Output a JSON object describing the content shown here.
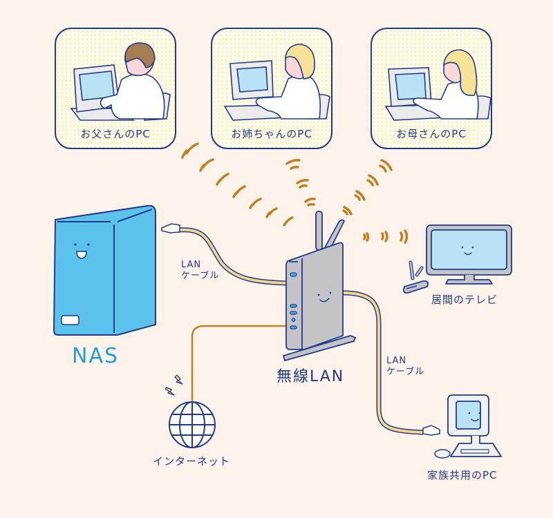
{
  "cards": [
    {
      "label": "お父さんのPC"
    },
    {
      "label": "お姉ちゃんのPC"
    },
    {
      "label": "お母さんのPC"
    }
  ],
  "nodes": {
    "nas": {
      "label": "NAS",
      "color": "#1f9fd8"
    },
    "router": {
      "label": "無線LAN"
    },
    "tv": {
      "label": "居間のテレビ"
    },
    "family_pc": {
      "label": "家族共用のPC"
    },
    "internet": {
      "label": "インターネット"
    }
  },
  "cables": {
    "nas_cable": {
      "line1": "LAN",
      "line2": "ケーブル"
    },
    "pc_cable": {
      "line1": "LAN",
      "line2": "ケーブル"
    }
  },
  "colors": {
    "background": "#fdf3ea",
    "outline": "#1e3a8a",
    "signal": "#c17f24",
    "cable": "#f3d58f",
    "screen": "#b9e3f5",
    "device_gray": "#c4c4c8",
    "nas_body": "#5bc2ec"
  }
}
